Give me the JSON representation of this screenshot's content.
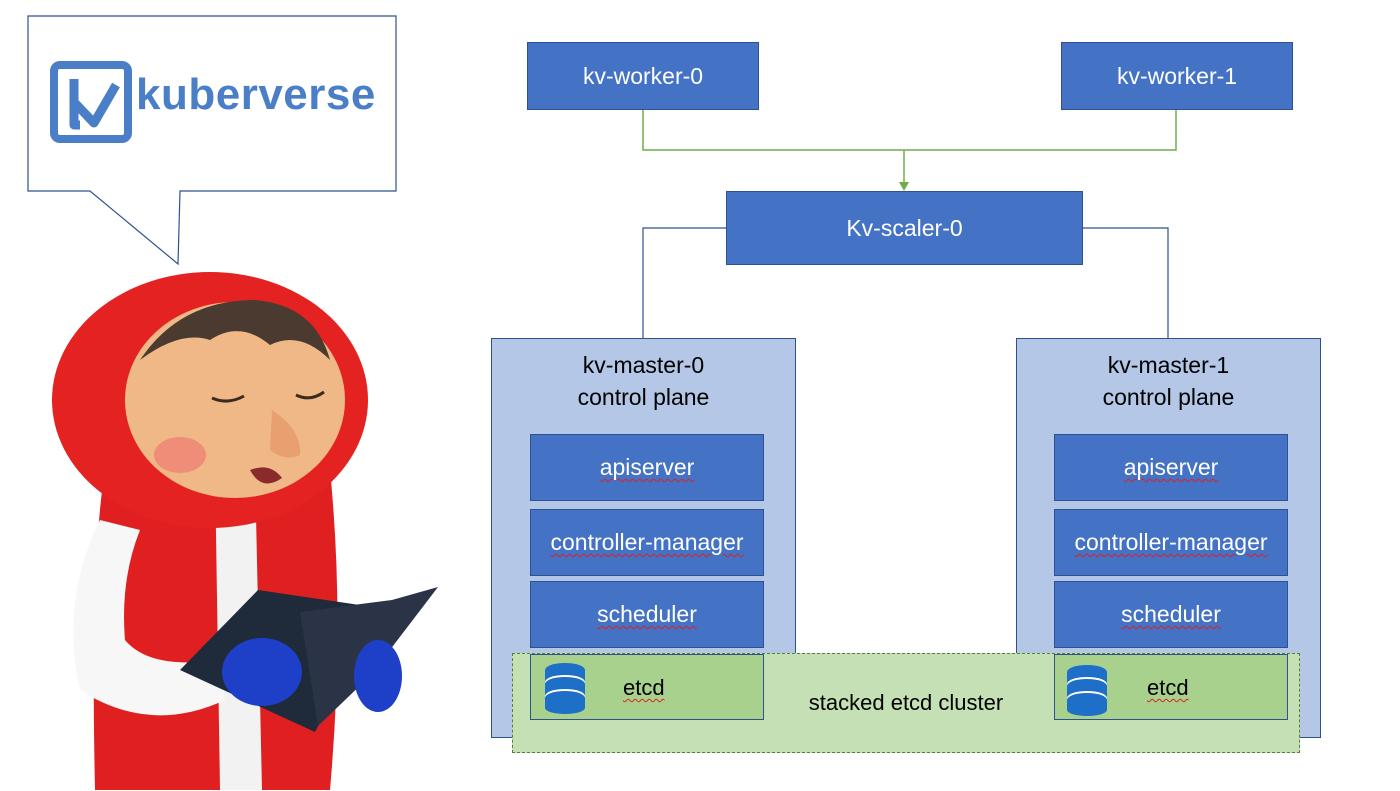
{
  "logo": {
    "text": "kuberverse",
    "brand_color": "#4a7ec6"
  },
  "workers": [
    {
      "label": "kv-worker-0"
    },
    {
      "label": "kv-worker-1"
    }
  ],
  "scaler": {
    "label": "Kv-scaler-0"
  },
  "masters": [
    {
      "name": "kv-master-0",
      "subtitle": "control plane",
      "components": [
        "apiserver",
        "controller-manager",
        "scheduler"
      ],
      "etcd": "etcd"
    },
    {
      "name": "kv-master-1",
      "subtitle": "control plane",
      "components": [
        "apiserver",
        "controller-manager",
        "scheduler"
      ],
      "etcd": "etcd"
    }
  ],
  "etcd_cluster": {
    "label": "stacked etcd cluster"
  },
  "colors": {
    "box_blue": "#4472c4",
    "master_bg": "#b4c7e7",
    "etcd_bg": "#c5e0b4",
    "etcd_box": "#a9d18e",
    "link_green": "#70ad47"
  }
}
